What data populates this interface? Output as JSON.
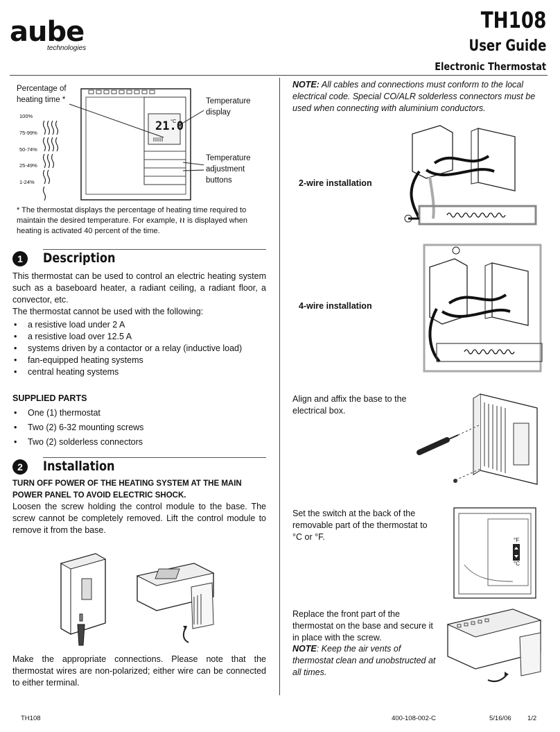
{
  "header": {
    "logo": "aube",
    "logo_sub": "technologies",
    "title": "TH108",
    "subtitle": "User Guide",
    "subsubtitle": "Electronic Thermostat"
  },
  "figure1": {
    "label_percentage": "Percentage of heating time *",
    "label_display": "Temperature display",
    "label_buttons": "Temperature adjustment buttons",
    "display_value": "21.0",
    "display_unit": "°C",
    "levels": [
      "100%",
      "75-99%",
      "50-74%",
      "25-49%",
      "1-24%"
    ],
    "footnote_a": "* The thermostat displays the percentage of heating time required to maintain the desired temperature. For example,",
    "footnote_b": "is displayed when heating is activated 40 percent of the time."
  },
  "description": {
    "number": "1",
    "title": "Description",
    "para1": "This thermostat can be used to control an electric heating system such as a baseboard heater, a radiant ceiling, a radiant floor, a convector, etc.",
    "para2": "The thermostat cannot be used with the following:",
    "items": [
      "a resistive load under 2 A",
      "a resistive load over 12.5 A",
      "systems driven by a contactor or a relay (inductive load)",
      "fan-equipped heating systems",
      "central heating systems"
    ],
    "supplied_heading": "SUPPLIED PARTS",
    "supplied_items": [
      "One (1) thermostat",
      "Two (2) 6-32 mounting screws",
      "Two (2) solderless connectors"
    ]
  },
  "installation": {
    "number": "2",
    "title": "Installation",
    "warning": "TURN OFF POWER OF THE HEATING SYSTEM AT THE MAIN POWER PANEL TO AVOID ELECTRIC SHOCK.",
    "para1": "Loosen the screw holding the control module to the base. The screw cannot be completely removed. Lift the control module to remove it from the base.",
    "para2": "Make the appropriate connections. Please note that the thermostat wires are non-polarized; either wire can be connected to either terminal."
  },
  "right": {
    "note_label": "NOTE:",
    "note_text": "All cables and connections must conform to the local electrical code. Special CO/ALR solderless connectors must be used when connecting with aluminium conductors.",
    "two_wire": "2-wire installation",
    "four_wire": "4-wire installation",
    "align": "Align and affix the base to the electrical box.",
    "switch": "Set the switch at the back of the removable part of the thermostat to °C or °F.",
    "switch_f": "°F",
    "switch_c": "°C",
    "replace": "Replace the front part of the thermostat on the base and secure it in place with the screw.",
    "note2_label": "NOTE",
    "note2_text": ": Keep the air vents of thermostat clean and unobstructed at all times."
  },
  "footer": {
    "left": "TH108",
    "code": "400-108-002-C",
    "date": "5/16/06",
    "page": "1/2"
  }
}
